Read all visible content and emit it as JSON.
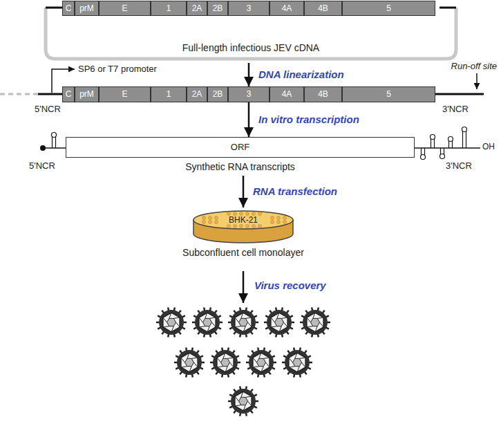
{
  "diagram": {
    "nodes": [
      {
        "text": [
          "Full-length infectious JEV cDNA"
        ]
      },
      {
        "text": [
          "C"
        ],
        "in": 0
      },
      {
        "text": [
          "prM"
        ],
        "in": 0
      },
      {
        "text": [
          "E"
        ],
        "in": 0
      },
      {
        "text": [
          "1"
        ],
        "in": 0
      },
      {
        "text": [
          "2A"
        ],
        "in": 0
      },
      {
        "text": [
          "2B"
        ],
        "in": 0
      },
      {
        "text": [
          "3"
        ],
        "in": 0
      },
      {
        "text": [
          "4A"
        ],
        "in": 0
      },
      {
        "text": [
          "4B"
        ],
        "in": 0
      },
      {
        "text": [
          "5"
        ],
        "in": 0
      },
      {
        "text": [
          "C"
        ]
      },
      {
        "text": [
          "prM"
        ]
      },
      {
        "text": [
          "E"
        ]
      },
      {
        "text": [
          "1"
        ]
      },
      {
        "text": [
          "2A"
        ]
      },
      {
        "text": [
          "2B"
        ]
      },
      {
        "text": [
          "3"
        ]
      },
      {
        "text": [
          "4A"
        ]
      },
      {
        "text": [
          "4B"
        ]
      },
      {
        "text": [
          "5"
        ]
      },
      {
        "text": [
          "ORF",
          "Synthetic RNA transcripts"
        ]
      },
      {
        "text": [
          "BHK-21",
          "Subconfluent cell monolayer"
        ]
      }
    ],
    "edges": [
      {
        "from": 0,
        "to": 17,
        "label": "DNA linearization",
        "arrow": "to"
      },
      {
        "from": 17,
        "to": 21,
        "label": "In vitro transcription",
        "arrow": "to"
      },
      {
        "from": 21,
        "to": 22,
        "label": "RNA transfection",
        "arrow": "to"
      }
    ],
    "labels": [
      "SP6 or T7 promoter",
      "5'NCR",
      "3'NCR",
      "Run-off site",
      "5'NCR",
      "3'NCR",
      "OH",
      "Virus recovery"
    ]
  }
}
